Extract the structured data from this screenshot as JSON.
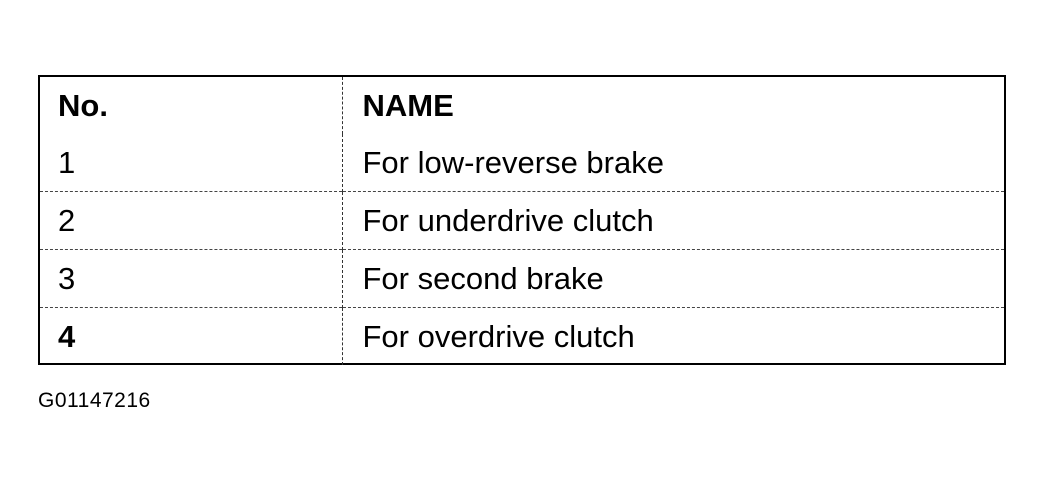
{
  "table": {
    "headers": {
      "no": "No.",
      "name": "NAME"
    },
    "rows": [
      {
        "no": "1",
        "name": "For low-reverse brake"
      },
      {
        "no": "2",
        "name": "For underdrive clutch"
      },
      {
        "no": "3",
        "name": "For second brake"
      },
      {
        "no": "4",
        "name": "For overdrive clutch"
      }
    ]
  },
  "figure_id": "G01147216"
}
